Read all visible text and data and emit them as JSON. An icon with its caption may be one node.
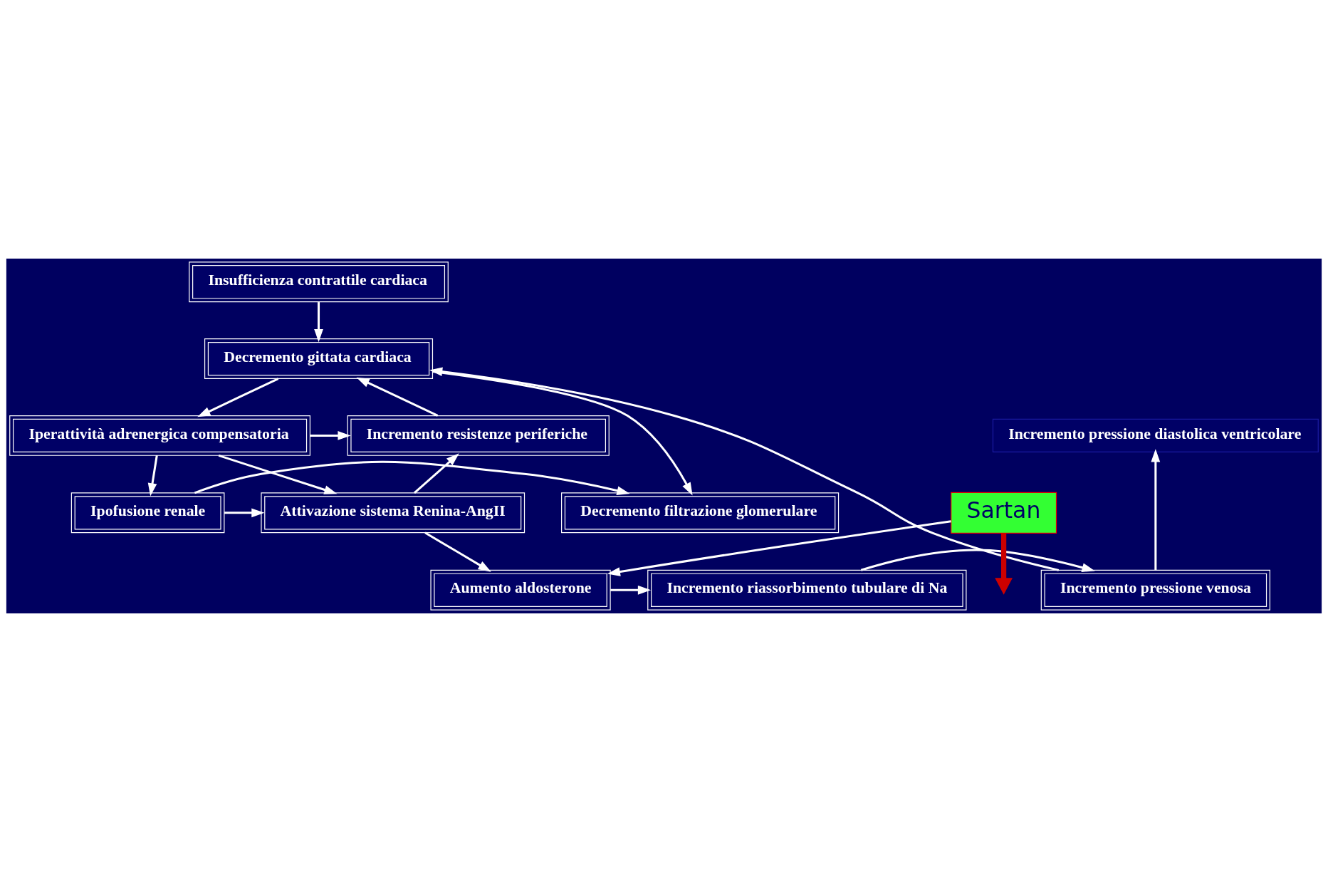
{
  "diagram": {
    "nodes": [
      {
        "text": [
          "Insufficienza contrattile cardiaca"
        ]
      },
      {
        "text": [
          "Decremento gittata cardiaca"
        ]
      },
      {
        "text": [
          "Iperattività adrenergica compensatoria"
        ]
      },
      {
        "text": [
          "Incremento resistenze periferiche"
        ]
      },
      {
        "text": [
          "Incremento pressione diastolica ventricolare"
        ]
      },
      {
        "text": [
          "Attivazione sistema Renina-AngII"
        ]
      },
      {
        "text": [
          "Ipofusione renale"
        ]
      },
      {
        "text": [
          "Decremento filtrazione glomerulare"
        ]
      },
      {
        "text": [
          "Aumento aldosterone"
        ]
      },
      {
        "text": [
          "Incremento riassorbimento tubulare di Na"
        ]
      },
      {
        "text": [
          "Incremento pressione venosa"
        ]
      },
      {
        "text": [
          "Sartan"
        ]
      }
    ],
    "edges": [
      {
        "from": 0,
        "to": 1,
        "arrow": "to"
      },
      {
        "from": 3,
        "to": 1,
        "arrow": "to"
      },
      {
        "from": 10,
        "to": 1,
        "arrow": "to"
      },
      {
        "from": 1,
        "to": 2,
        "arrow": "to"
      },
      {
        "from": 1,
        "to": 7,
        "arrow": "to"
      },
      {
        "from": 2,
        "to": 3,
        "arrow": "to"
      },
      {
        "from": 10,
        "to": 4,
        "arrow": "to"
      },
      {
        "from": 2,
        "to": 5,
        "arrow": "to"
      },
      {
        "from": 2,
        "to": 6,
        "arrow": "to"
      },
      {
        "from": 5,
        "to": 3,
        "arrow": "to"
      },
      {
        "from": 11,
        "to": null,
        "arrow": "to",
        "style": "thick",
        "color": "#cc0000"
      },
      {
        "from": 11,
        "to": 8,
        "arrow": "to"
      },
      {
        "from": 6,
        "to": 5,
        "arrow": "to"
      },
      {
        "from": 6,
        "to": 7,
        "arrow": "to"
      },
      {
        "from": 5,
        "to": 8,
        "arrow": "to"
      },
      {
        "from": 8,
        "to": 9,
        "arrow": "to"
      },
      {
        "from": 9,
        "to": 10,
        "arrow": "to"
      }
    ]
  }
}
